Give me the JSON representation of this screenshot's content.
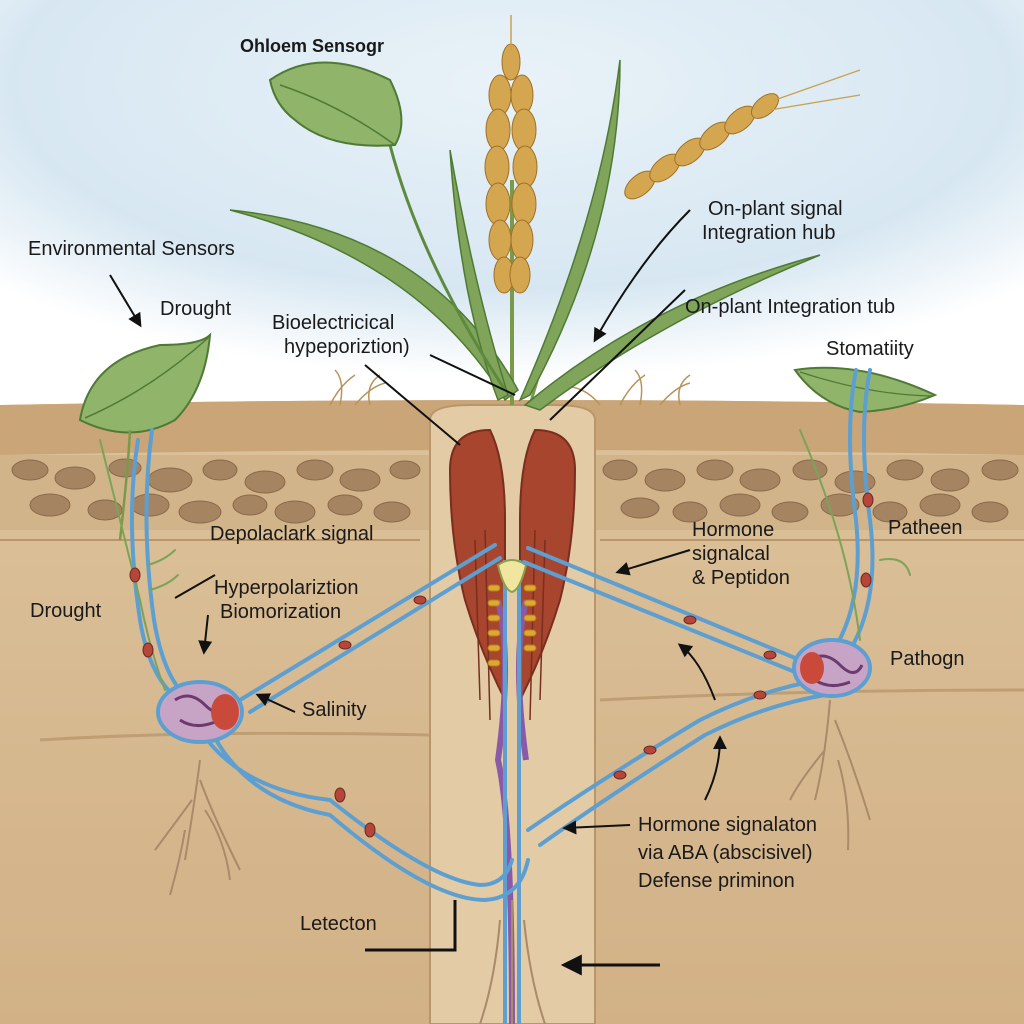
{
  "title": "Ohloem Sensogr",
  "labels": {
    "env_sensors": "Environmental Sensors",
    "drought_top": "Drought",
    "bioelectrical_line1": "Bioelectricical",
    "bioelectrical_line2": "hypeporiztion)",
    "onplant_hub_line1": "On-plant signal",
    "onplant_hub_line2": "Integration hub",
    "onplant_tub": "On-plant Integration tub",
    "stomatity": "Stomatiity",
    "depolaclark": "Depolaclark signal",
    "hyperpolarization_line1": "Hyperpolariztion",
    "hyperpolarization_line2": "Biomorization",
    "drought_left": "Drought",
    "hormone_top_line1": "Hormone",
    "hormone_top_line2": "signalcal",
    "hormone_top_line3": "& Peptidon",
    "patheen": "Patheen",
    "pathogn": "Pathogn",
    "salinity": "Salinity",
    "hormone_bottom_line1": "Hormone signalaton",
    "hormone_bottom_line2": "via ABA (abscisivel)",
    "hormone_bottom_line3": "Defense priminon",
    "letecton": "Letecton"
  },
  "colors": {
    "soil": "#d9bd93",
    "soil_dark": "#c9a577",
    "pebbles": "#a58462",
    "phloem": "#5d9fd0",
    "stem_red": "#a8452f",
    "leaf": "#6e9a4f",
    "wheat": "#d5a650",
    "sky": "#d7e7f2",
    "ink": "#1a1a1a"
  }
}
